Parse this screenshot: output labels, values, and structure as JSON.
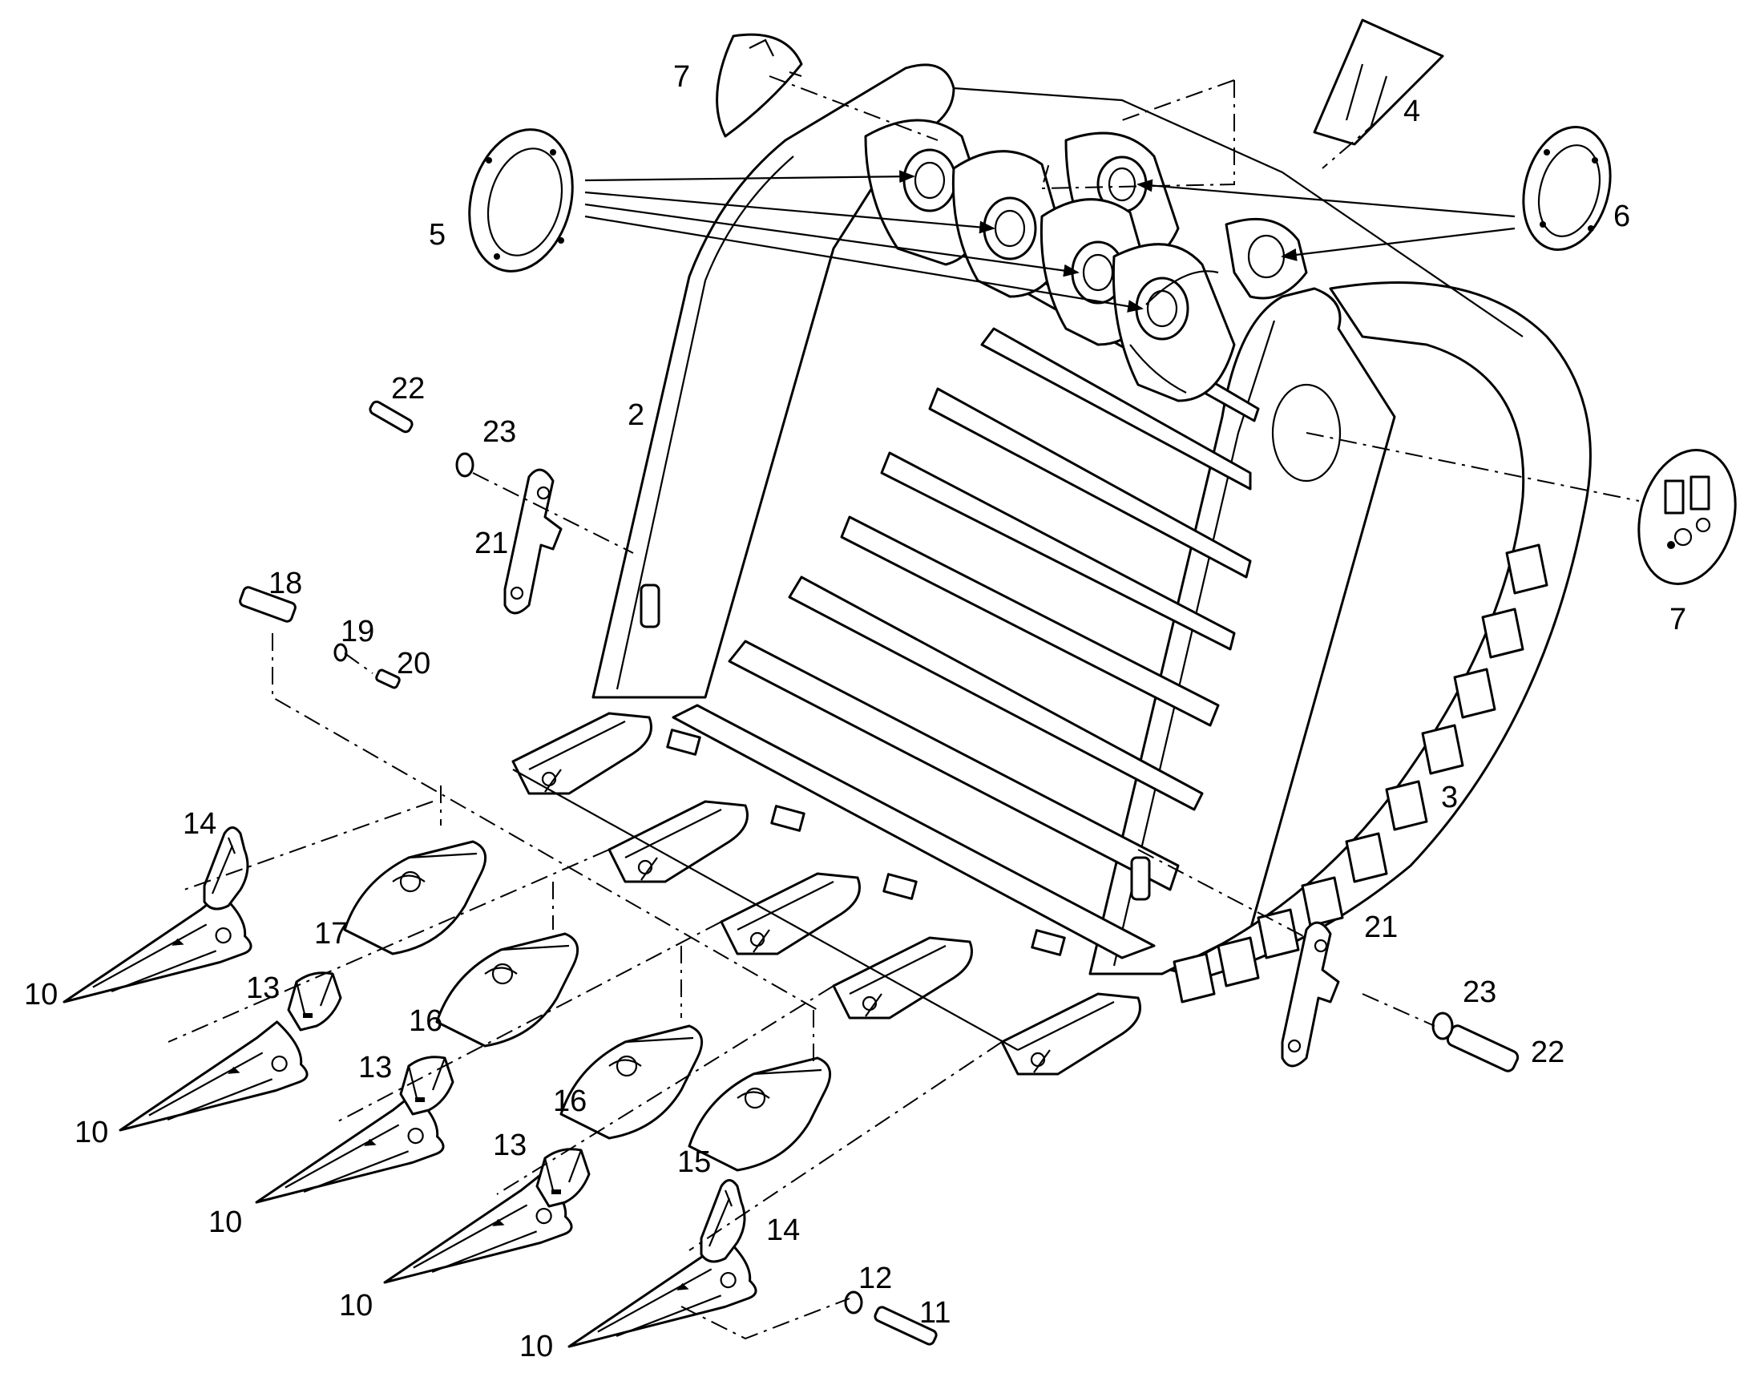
{
  "callouts": {
    "c2": "2",
    "c3": "3",
    "c4": "4",
    "c5": "5",
    "c6": "6",
    "c7a": "7",
    "c7b": "7",
    "c10a": "10",
    "c10b": "10",
    "c10c": "10",
    "c10d": "10",
    "c10e": "10",
    "c11": "11",
    "c12": "12",
    "c13a": "13",
    "c13b": "13",
    "c13c": "13",
    "c14a": "14",
    "c14b": "14",
    "c15": "15",
    "c16a": "16",
    "c16b": "16",
    "c17": "17",
    "c18": "18",
    "c19": "19",
    "c20": "20",
    "c21a": "21",
    "c21b": "21",
    "c22a": "22",
    "c22b": "22",
    "c23a": "23",
    "c23b": "23"
  }
}
